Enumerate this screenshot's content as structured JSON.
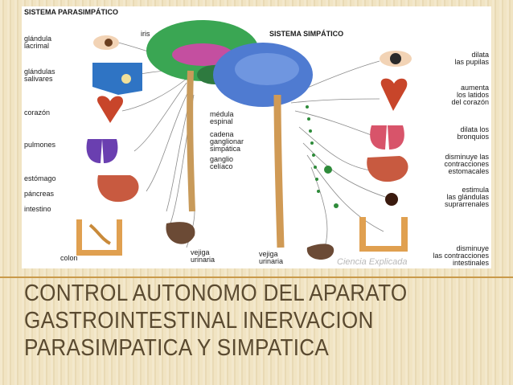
{
  "headings": {
    "parasympathetic": "SISTEMA PARASIMPÁTICO",
    "sympathetic": "SISTEMA SIMPÁTICO"
  },
  "left_labels": {
    "iris": "iris",
    "lacrimal": "glándula\nlacrimal",
    "salivary": "glándulas\nsalivares",
    "heart": "corazón",
    "lungs": "pulmones",
    "stomach": "estómago",
    "pancreas": "páncreas",
    "intestine": "intestino",
    "colon": "colon",
    "bladder": "vejiga\nurinaria"
  },
  "center_labels": {
    "spinal_cord": "médula\nespinal",
    "ganglion_chain": "cadena\nganglionar\nsimpática",
    "celiac": "ganglio\ncelíaco",
    "bladder": "vejiga\nurinaria"
  },
  "right_labels": {
    "pupils": "dilata\nlas pupilas",
    "heartbeat": "aumenta\nlos latidos\ndel corazón",
    "bronchi": "dilata los\nbronquios",
    "stomach": "disminuye las\ncontracciones\nestomacales",
    "adrenal": "estimula\nlas glándulas\nsuprarrenales",
    "intestine": "disminuye\nlas contracciones\nintestinales"
  },
  "watermark": "Ciencia Explicada",
  "title_lines": [
    "CONTROL AUTONOMO DEL APARATO",
    "GASTROINTESTINAL INERVACION",
    "PARASIMPATICA Y SIMPATICA"
  ]
}
